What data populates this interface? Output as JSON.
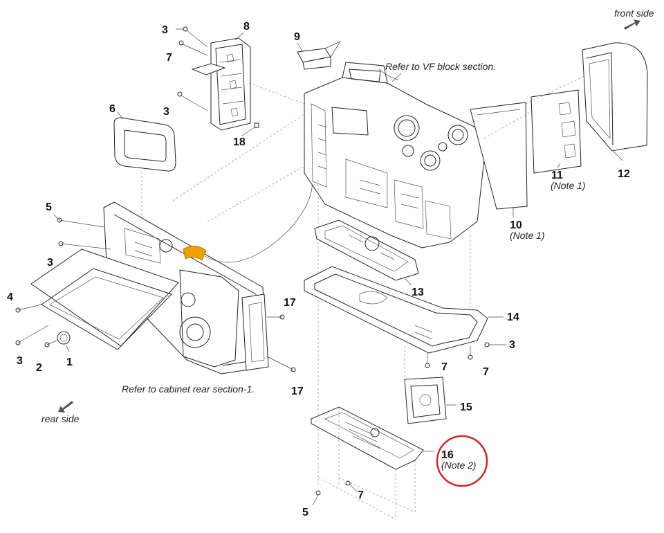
{
  "orientation": {
    "front": "front side",
    "rear": "rear side"
  },
  "references": {
    "vf_block": "Refer to VF block section.",
    "cabinet_rear": "Refer to cabinet rear section-1."
  },
  "callouts": {
    "c1": "1",
    "c2": "2",
    "c3a": "3",
    "c3b": "3",
    "c3c": "3",
    "c3d": "3",
    "c3e": "3",
    "c4": "4",
    "c5a": "5",
    "c5b": "5",
    "c6": "6",
    "c7a": "7",
    "c7b": "7",
    "c7c": "7",
    "c7d": "7",
    "c8": "8",
    "c9": "9",
    "c10": "10",
    "c11": "11",
    "c12": "12",
    "c13": "13",
    "c14": "14",
    "c15": "15",
    "c16": "16",
    "c17a": "17",
    "c17b": "17",
    "c18": "18"
  },
  "notes": {
    "n10": "(Note 1)",
    "n11": "(Note 1)",
    "n16": "(Note 2)"
  },
  "colors": {
    "highlight_circle": "#d42222",
    "flex_cable": "#f0a000",
    "line": "#222222"
  },
  "icons": [
    "arrow-icon",
    "screw-icon"
  ]
}
